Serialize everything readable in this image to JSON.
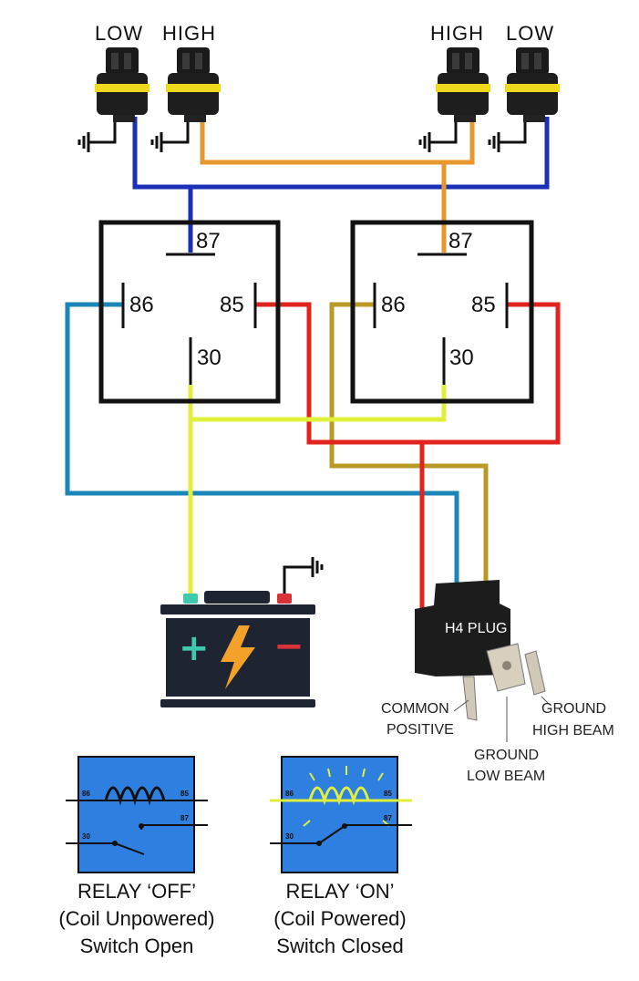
{
  "connectors": {
    "left_low": "LOW",
    "left_high": "HIGH",
    "right_high": "HIGH",
    "right_low": "LOW"
  },
  "relays": [
    {
      "pin87": "87",
      "pin86": "86",
      "pin85": "85",
      "pin30": "30"
    },
    {
      "pin87": "87",
      "pin86": "86",
      "pin85": "85",
      "pin30": "30"
    }
  ],
  "battery": {
    "plus": "+",
    "minus": "−"
  },
  "h4": {
    "title": "H4 PLUG",
    "common_line1": "COMMON",
    "common_line2": "POSITIVE",
    "high_line1": "GROUND",
    "high_line2": "HIGH BEAM",
    "low_line1": "GROUND",
    "low_line2": "LOW BEAM"
  },
  "legend": [
    {
      "pin86": "86",
      "pin85": "85",
      "pin87": "87",
      "pin30": "30",
      "line1": "RELAY ‘OFF’",
      "line2": "(Coil Unpowered)",
      "line3": "Switch Open"
    },
    {
      "pin86": "86",
      "pin85": "85",
      "pin87": "87",
      "pin30": "30",
      "line1": "RELAY ‘ON’",
      "line2": "(Coil Powered)",
      "line3": "Switch Closed"
    }
  ],
  "colors": {
    "blue_wire": "#1a2fb5",
    "orange_wire": "#e8972e",
    "teal_wire": "#1a86b8",
    "olive_wire": "#b99a26",
    "red_wire": "#e0231f",
    "yellow_wire": "#dff03a",
    "battery_body": "#1f2433",
    "relay_box_fill": "#2f7fe0",
    "bolt": "#f4a12a",
    "plus_terminal": "#3ec9ad",
    "minus_terminal": "#d9333a"
  }
}
